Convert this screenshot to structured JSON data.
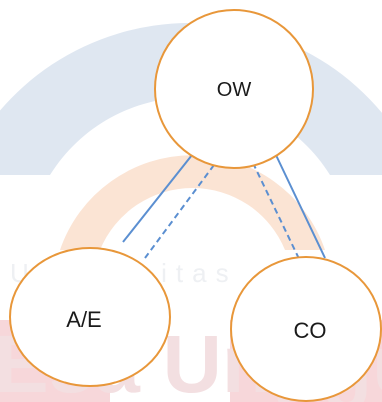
{
  "diagram": {
    "nodes": [
      {
        "id": "ow",
        "label": "OW"
      },
      {
        "id": "ae",
        "label": "A/E"
      },
      {
        "id": "co",
        "label": "CO"
      }
    ],
    "edges": [
      {
        "from": "ow",
        "to": "ae",
        "style": "solid"
      },
      {
        "from": "ow",
        "to": "ae",
        "style": "dashed"
      },
      {
        "from": "ow",
        "to": "co",
        "style": "dashed"
      },
      {
        "from": "ow",
        "to": "co",
        "style": "solid"
      }
    ]
  },
  "watermark": {
    "top_text": "Universitas",
    "bottom_text": "Esa Unggul"
  },
  "colors": {
    "node_stroke": "#e8973a",
    "node_fill": "#ffffff",
    "edge": "#5b8fd1",
    "watermark_blue": "#dfe7f1",
    "watermark_orange": "#fbe4d4",
    "watermark_red": "#f6d3d6",
    "watermark_text": "#eef0f3"
  }
}
